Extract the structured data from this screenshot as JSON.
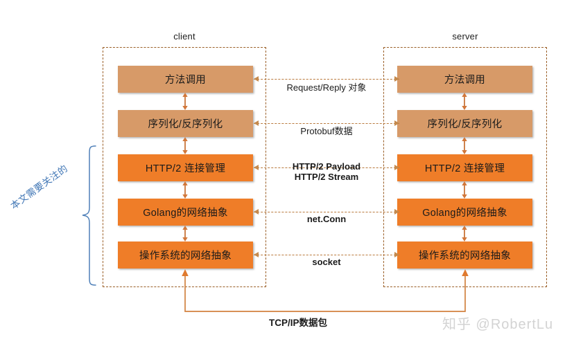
{
  "diagram": {
    "title_client": "client",
    "title_server": "server",
    "focus_note": "本文需要关注的",
    "bottom_label": "TCP/IP数据包",
    "watermark": "知乎 @RobertLu",
    "colors": {
      "tan_layer": "#d79a68",
      "orange_layer": "#ef7d28",
      "zone_border": "#9a5e26",
      "connector": "#b9793c",
      "arrow_fill": "#c58a4e",
      "note_blue": "#4076b5",
      "watermark_gray": "#d3d3d3",
      "background": "#ffffff"
    },
    "layers": [
      {
        "label": "方法调用",
        "color": "tan"
      },
      {
        "label": "序列化/反序列化",
        "color": "tan"
      },
      {
        "label": "HTTP/2 连接管理",
        "color": "orange"
      },
      {
        "label": "Golang的网络抽象",
        "color": "orange"
      },
      {
        "label": "操作系统的网络抽象",
        "color": "orange"
      }
    ],
    "links": [
      {
        "line1": "Request/Reply 对象",
        "line2": ""
      },
      {
        "line1": "Protobuf数据",
        "line2": ""
      },
      {
        "line1": "HTTP/2 Payload",
        "line2": "HTTP/2 Stream"
      },
      {
        "line1": "net.Conn",
        "line2": ""
      },
      {
        "line1": "socket",
        "line2": ""
      }
    ]
  }
}
